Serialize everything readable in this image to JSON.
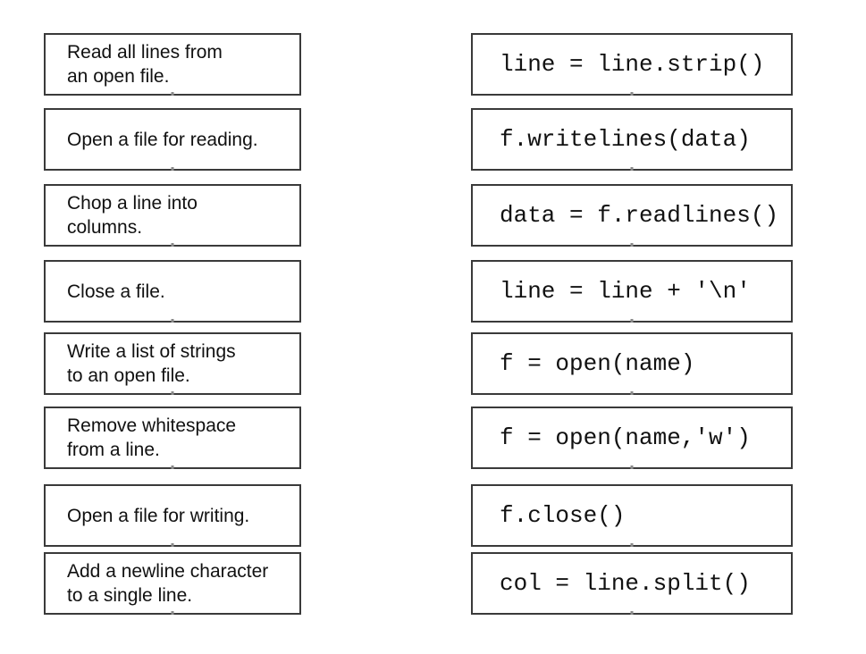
{
  "page": {
    "background_color": "#ffffff",
    "box_border_color": "#3a3a3a",
    "text_color": "#111111"
  },
  "left_column": {
    "items": [
      {
        "text": "Read all lines from\nan open file."
      },
      {
        "text": "Open a file for reading."
      },
      {
        "text": "Chop a line into\ncolumns."
      },
      {
        "text": "Close a file."
      },
      {
        "text": "Write a list of strings\nto an open file."
      },
      {
        "text": "Remove whitespace\nfrom a line."
      },
      {
        "text": "Open a file for writing."
      },
      {
        "text": "Add a newline character\nto a single line."
      }
    ]
  },
  "right_column": {
    "items": [
      {
        "code": "line = line.strip()"
      },
      {
        "code": "f.writelines(data)"
      },
      {
        "code": "data = f.readlines()"
      },
      {
        "code": "line = line + '\\n'"
      },
      {
        "code": "f = open(name)"
      },
      {
        "code": "f = open(name,'w')"
      },
      {
        "code": "f.close()"
      },
      {
        "code": "col = line.split()"
      }
    ]
  }
}
